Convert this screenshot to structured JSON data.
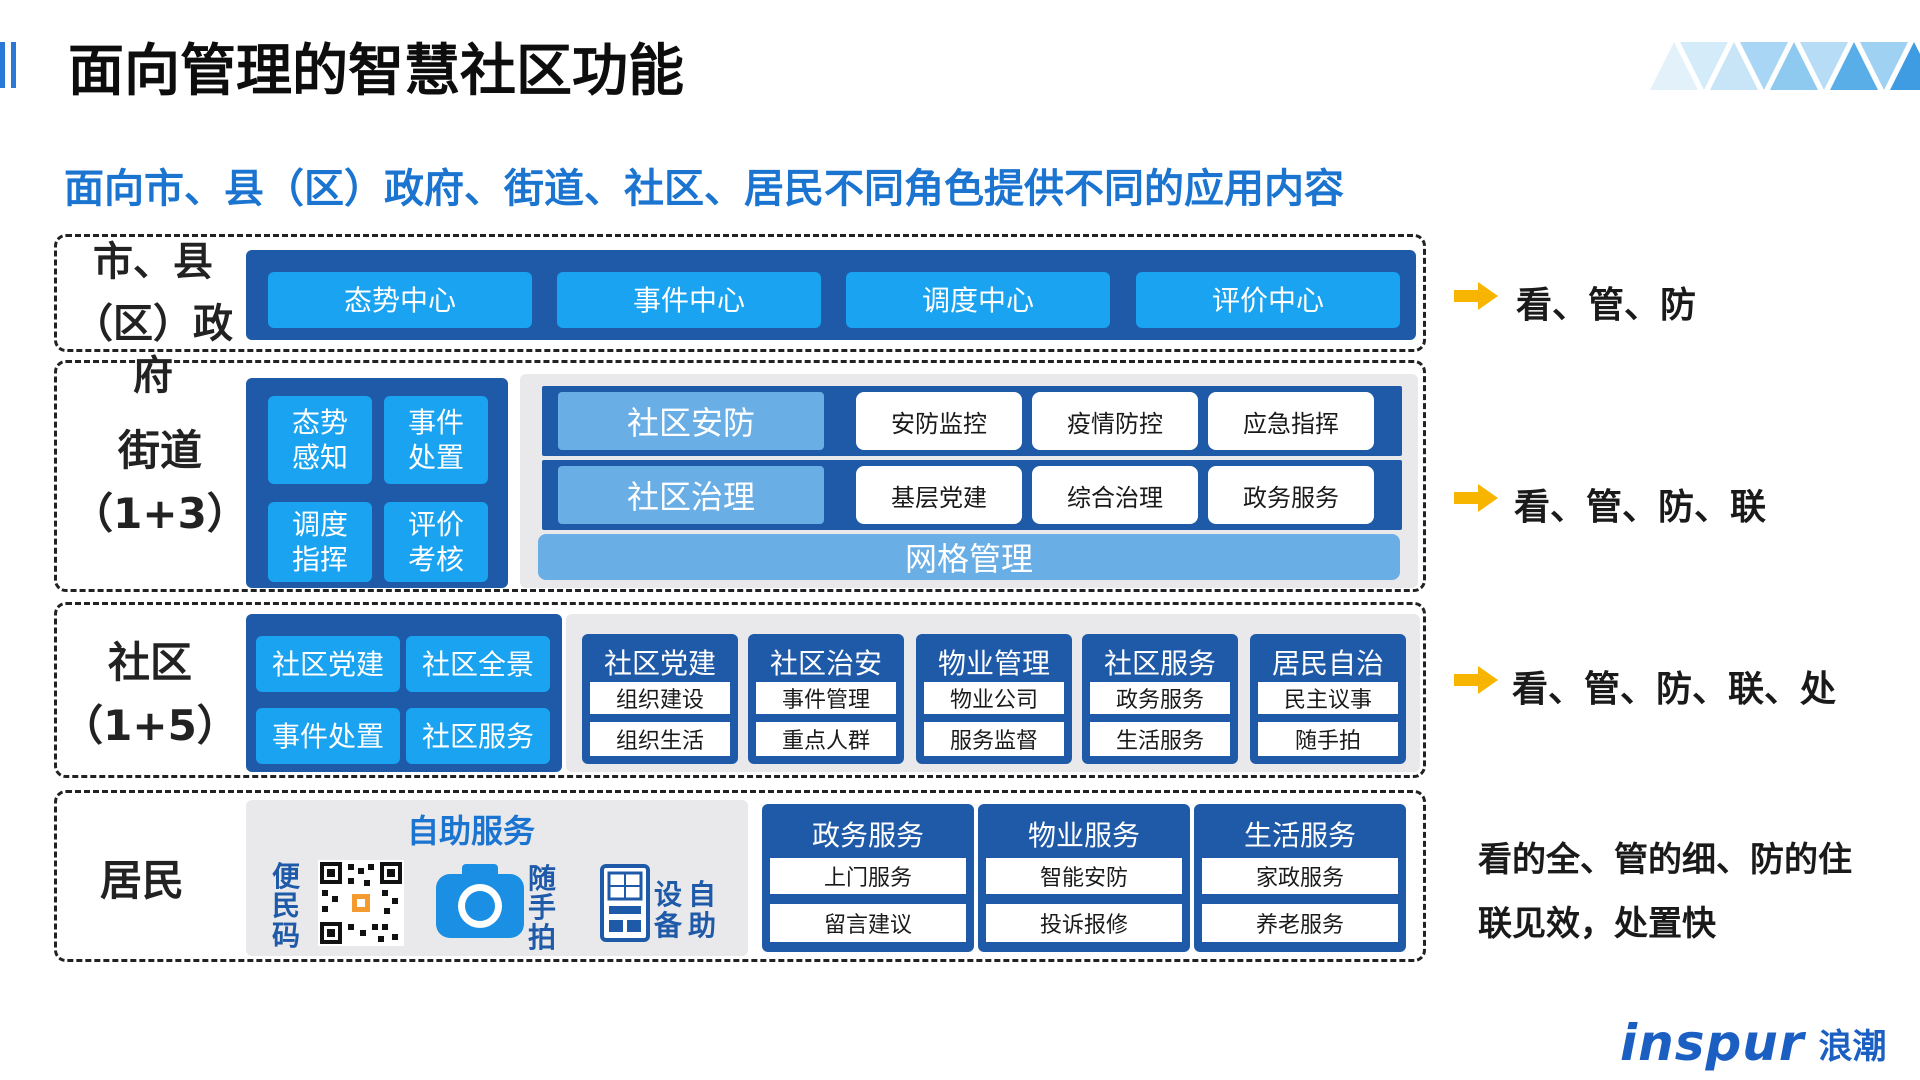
{
  "title": "面向管理的智慧社区功能",
  "subtitle": "面向市、县（区）政府、街道、社区、居民不同角色提供不同的应用内容",
  "row_city": {
    "label_1": "市、县",
    "label_2": "（区）政府",
    "items": [
      "态势中心",
      "事件中心",
      "调度中心",
      "评价中心"
    ],
    "note": "看、管、防"
  },
  "row_street": {
    "label_1": "街道",
    "label_2": "（1+3）",
    "grid": [
      "态势\n感知",
      "事件\n处置",
      "调度\n指挥",
      "评价\n考核"
    ],
    "security": {
      "label": "社区安防",
      "items": [
        "安防监控",
        "疫情防控",
        "应急指挥"
      ]
    },
    "governance": {
      "label": "社区治理",
      "items": [
        "基层党建",
        "综合治理",
        "政务服务"
      ]
    },
    "grid_mgmt": "网格管理",
    "note": "看、管、防、联"
  },
  "row_community": {
    "label_1": "社区",
    "label_2": "（1+5）",
    "grid": [
      "社区党建",
      "社区全景",
      "事件处置",
      "社区服务"
    ],
    "columns": [
      {
        "header": "社区党建",
        "items": [
          "组织建设",
          "组织生活"
        ]
      },
      {
        "header": "社区治安",
        "items": [
          "事件管理",
          "重点人群"
        ]
      },
      {
        "header": "物业管理",
        "items": [
          "物业公司",
          "服务监督"
        ]
      },
      {
        "header": "社区服务",
        "items": [
          "政务服务",
          "生活服务"
        ]
      },
      {
        "header": "居民自治",
        "items": [
          "民主议事",
          "随手拍"
        ]
      }
    ],
    "note": "看、管、防、联、处"
  },
  "row_resident": {
    "label": "居民",
    "self_service_title": "自助服务",
    "qr_label": "便民码",
    "photo_label": "随手拍",
    "kiosk_label_1": "设",
    "kiosk_label_2": "备",
    "kiosk_label_3": "自",
    "kiosk_label_4": "助",
    "columns": [
      {
        "header": "政务服务",
        "items": [
          "上门服务",
          "留言建议"
        ]
      },
      {
        "header": "物业服务",
        "items": [
          "智能安防",
          "投诉报修"
        ]
      },
      {
        "header": "生活服务",
        "items": [
          "家政服务",
          "养老服务"
        ]
      }
    ],
    "note_1": "看的全、管的细、防的住",
    "note_2": "联见效，处置快"
  },
  "logo": {
    "brand": "inspur",
    "cn": "浪潮"
  },
  "colors": {
    "accent": "#1b75d0",
    "dark_panel": "#1f5aa8",
    "cyan": "#1aa3f0",
    "arrow": "#f7b500"
  }
}
